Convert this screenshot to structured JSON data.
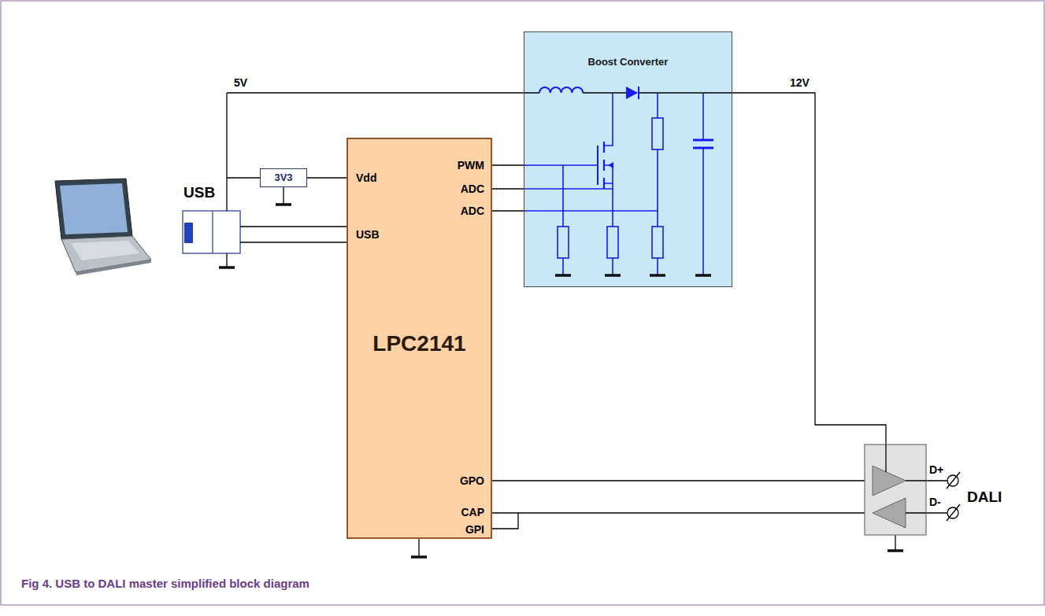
{
  "diagram": {
    "caption": "Fig 4. USB to DALI master simplified block diagram",
    "nodes": [
      {
        "text": [
          "Boost Converter"
        ]
      },
      {
        "text": [
          "3V3"
        ]
      },
      {
        "text": [
          "LPC2141"
        ]
      }
    ],
    "edges": [
      {
        "from": 1,
        "to": 2,
        "arrow": "none"
      },
      {
        "from": 2,
        "to": 0,
        "arrow": "none"
      },
      {
        "from": 2,
        "to": 0,
        "arrow": "none"
      },
      {
        "from": 2,
        "to": 0,
        "arrow": "none"
      }
    ],
    "labels": [
      "5V",
      "12V",
      "USB",
      "Vdd",
      "USB",
      "PWM",
      "ADC",
      "ADC",
      "GPO",
      "CAP",
      "GPI",
      "D+",
      "D-",
      "DALI"
    ]
  }
}
